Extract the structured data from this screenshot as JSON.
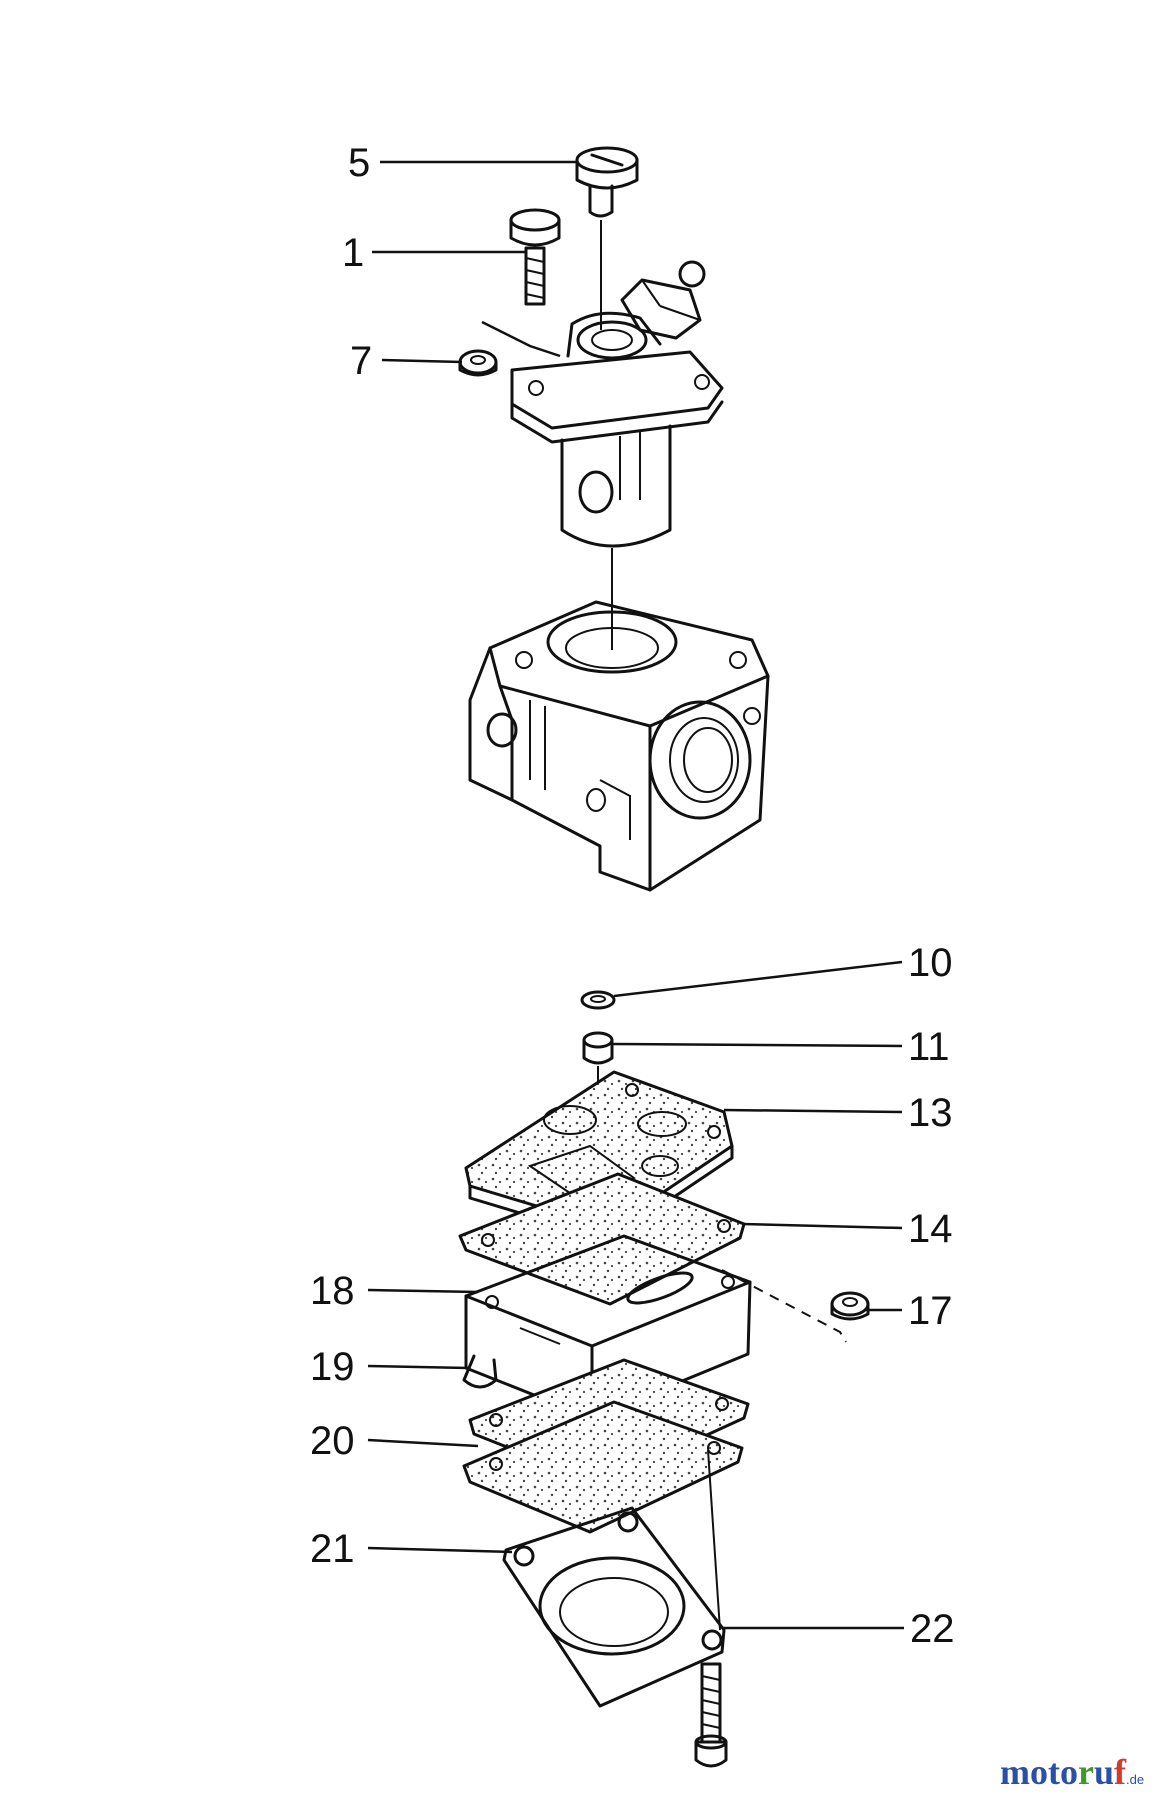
{
  "parts": {
    "p5": "5",
    "p1": "1",
    "p7": "7",
    "p10": "10",
    "p11": "11",
    "p13": "13",
    "p14": "14",
    "p17": "17",
    "p18": "18",
    "p19": "19",
    "p20": "20",
    "p21": "21",
    "p22": "22"
  },
  "watermark": {
    "name": "motoruf",
    "suffix": ".de"
  },
  "colors": {
    "ink": "#111111",
    "watermark_blue": "#2a4fa8",
    "watermark_green": "#3c9a2a",
    "watermark_red": "#d23a2a"
  }
}
